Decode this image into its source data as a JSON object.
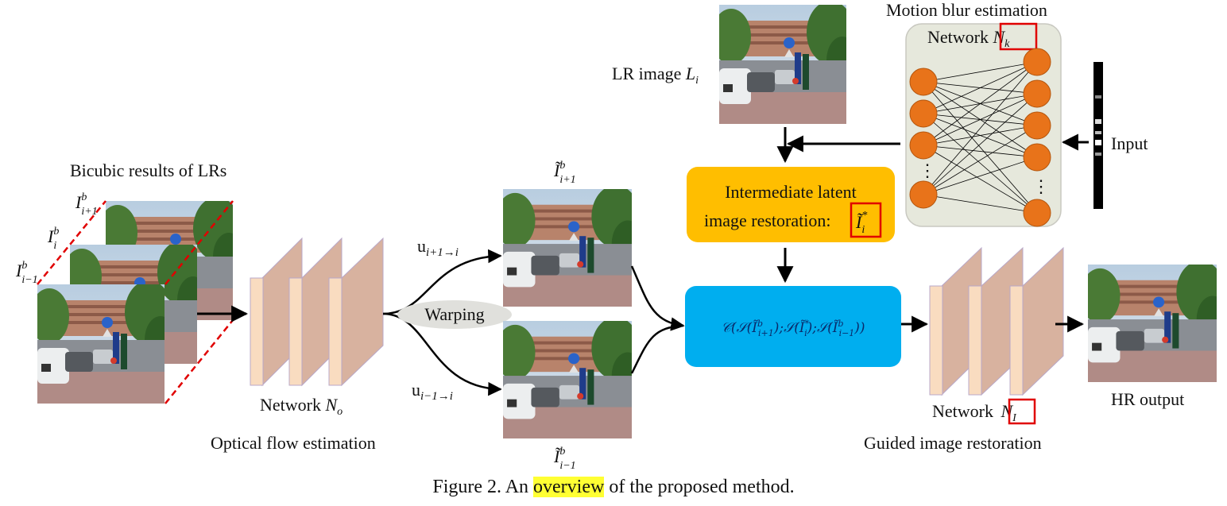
{
  "figure": {
    "caption_prefix": "Figure 2. An ",
    "caption_highlight": "overview",
    "caption_suffix": " of the proposed method."
  },
  "labels": {
    "bicubic_title": "Bicubic results of LRs",
    "lr_image": "LR image ",
    "lr_image_var": "L",
    "lr_image_sub": "i",
    "motion_blur_title": "Motion blur estimation",
    "network_prefix": "Network ",
    "network_k": "N",
    "network_k_sub": "k",
    "network_o": "N",
    "network_o_sub": "o",
    "network_i": "N",
    "network_i_sub": "I",
    "input": "Input",
    "optical_flow": "Optical flow estimation",
    "warping": "Warping",
    "flow_top": "u",
    "flow_top_sub": "i+1→i",
    "flow_bot": "u",
    "flow_bot_sub": "i−1→i",
    "latent_line1": "Intermediate latent",
    "latent_line2": "image restoration:",
    "guided": "Guided image restoration",
    "hr_output": "HR output",
    "fusion_text": "𝒞(𝒮(Ĩ^b_{i+1}); 𝒮(Ĩ*_i); 𝒮(Ĩ^b_{i−1}))",
    "ib_plus": "I",
    "ib_i": "I",
    "ib_minus": "I",
    "sup_b": "b",
    "sub_i1": "i+1",
    "sub_i": "i",
    "sub_im1": "i−1",
    "tilde_top_sub": "i+1",
    "tilde_bot_sub": "i−1",
    "latent_sym": "I",
    "latent_sup": "*",
    "latent_sub": "i",
    "dots": "⋮"
  },
  "colors": {
    "orange_node": "#e8731a",
    "yellow_box": "#ffbe00",
    "blue_box": "#00aeef",
    "panel_front": "#f9dcc0",
    "panel_side": "#d8b29f",
    "red_frame": "#e00000",
    "network_bg": "#e6e8dc"
  }
}
